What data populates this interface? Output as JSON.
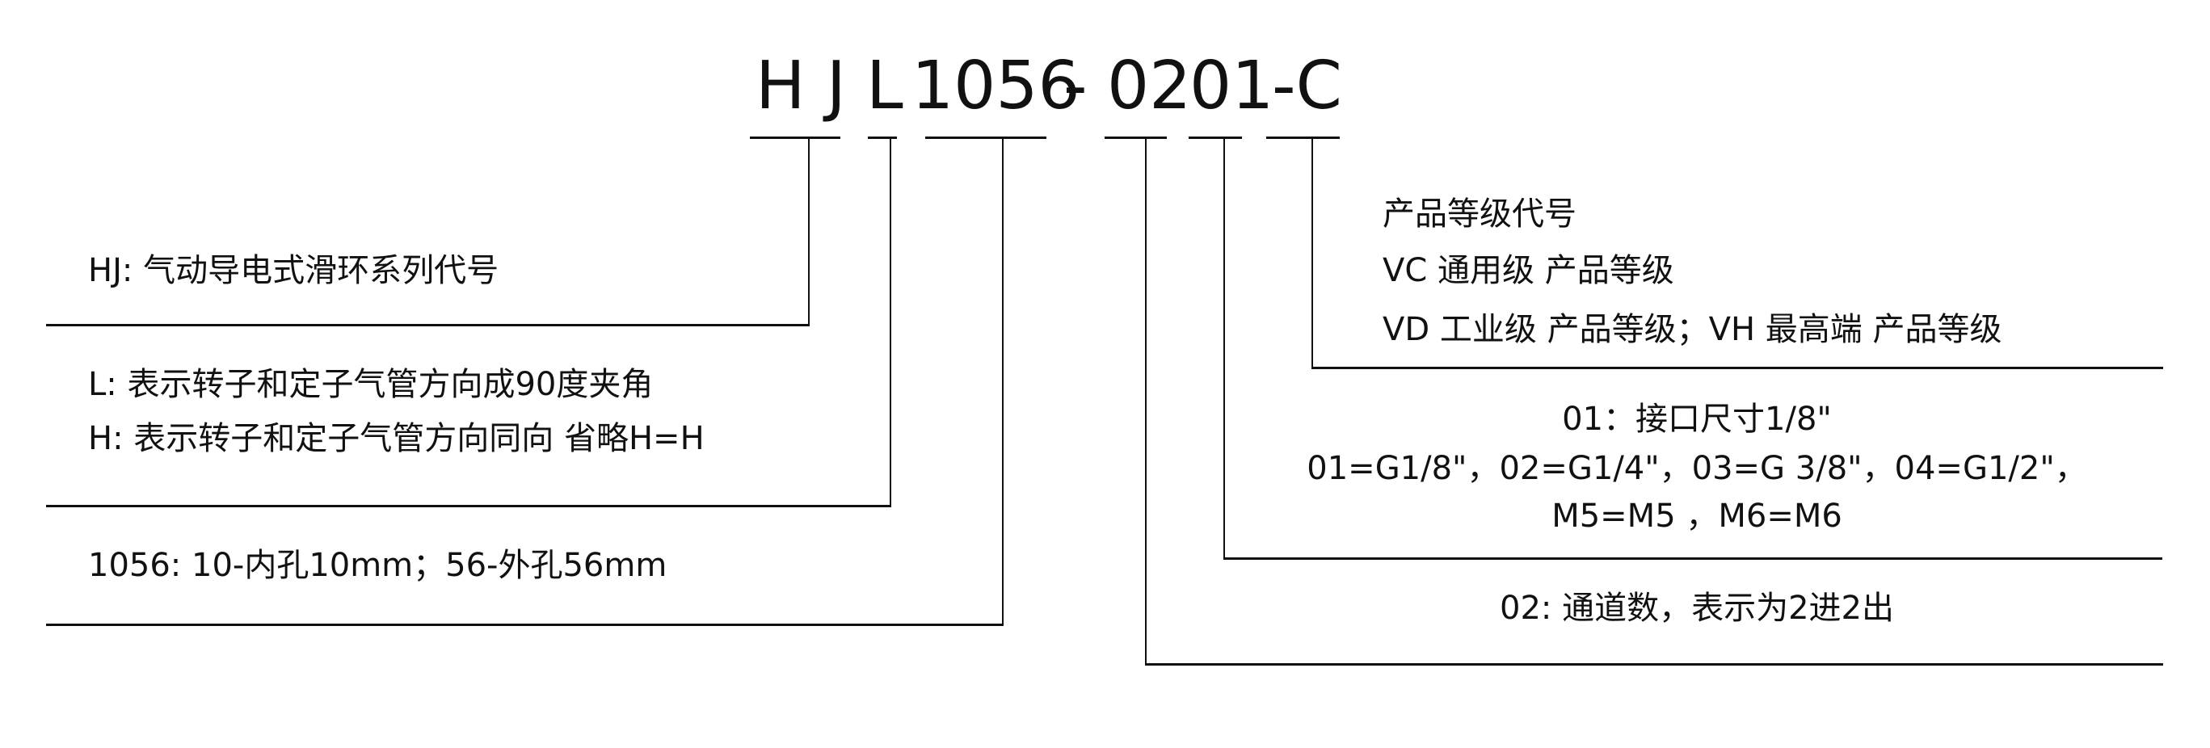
{
  "model_code": {
    "segments": [
      {
        "id": "series",
        "text": "H J"
      },
      {
        "id": "angle",
        "text": "L"
      },
      {
        "id": "size",
        "text": "1056"
      },
      {
        "id": "dash1",
        "text": "-"
      },
      {
        "id": "channels",
        "text": "02"
      },
      {
        "id": "port",
        "text": "01"
      },
      {
        "id": "grade",
        "text": "-C"
      }
    ]
  },
  "left_notes": {
    "series": "HJ: 气动导电式滑环系列代号",
    "angle_l": "L: 表示转子和定子气管方向成90度夹角",
    "angle_h": "H: 表示转子和定子气管方向同向 省略H=H",
    "size": "1056: 10-内孔10mm；56-外孔56mm"
  },
  "right_notes": {
    "grade_title": "产品等级代号",
    "grade_vc": "VC 通用级 产品等级",
    "grade_vd_vh": "VD 工业级 产品等级；VH  最高端 产品等级",
    "port_title": "01：接口尺寸1/8\"",
    "port_options": "01=G1/8\"，02=G1/4\"，03=G 3/8\"，04=G1/2\"，",
    "port_options_2": "M5=M5 ，M6=M6",
    "channels": "02: 通道数，表示为2进2出"
  },
  "colors": {
    "line": "#111111",
    "text": "#111111",
    "background": "#ffffff"
  }
}
